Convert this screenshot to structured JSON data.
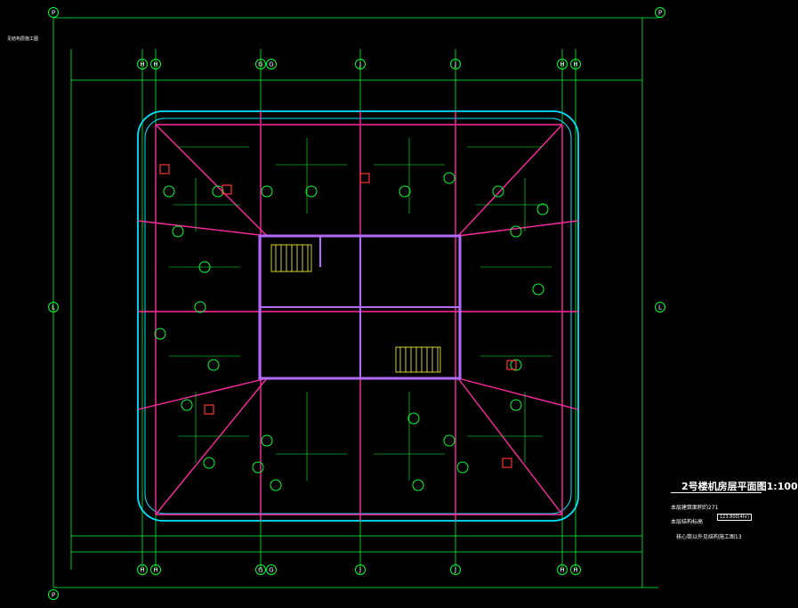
{
  "grid_labels": {
    "top": [
      "H",
      "H",
      "G",
      "G",
      "J",
      "J",
      "H",
      "H"
    ],
    "left": [
      "P",
      "L"
    ],
    "right": [
      "P",
      "L"
    ]
  },
  "title_block": {
    "title": "2号楼机房层平面图1:100",
    "note1": "本层建筑面积约271",
    "note1b": "本层结构标高",
    "note1c": "123.800(4hr)",
    "note2": "核心筒以外见结构施工图13"
  },
  "corner_note": "见结构层施工图",
  "colors": {
    "outline": "#00e5ff",
    "beam": "#ff2aa0",
    "core": "#b36bff",
    "dims": "#00ff33",
    "stairs": "#ffff33",
    "marker": "#ff3333",
    "text": "#ffffff"
  }
}
